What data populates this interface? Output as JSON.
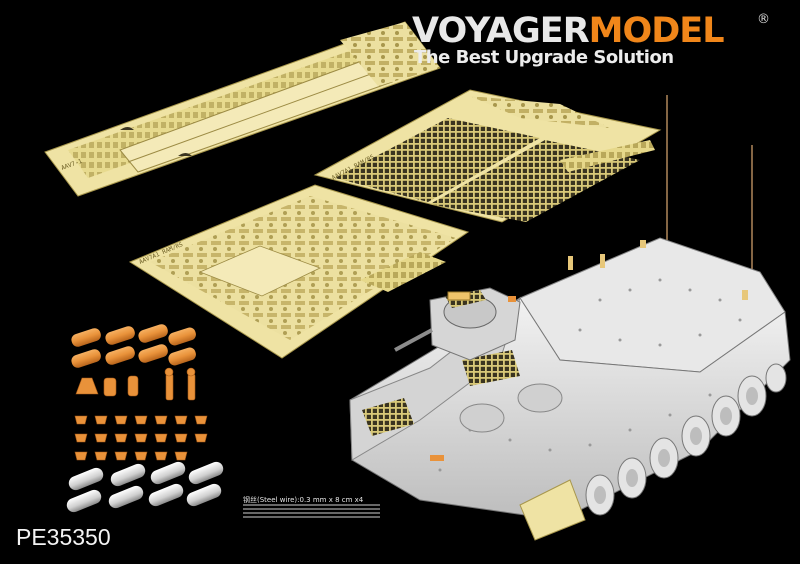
{
  "brand": {
    "name_part1": "VOYAGER",
    "name_part2": "MODEL",
    "registered": "®",
    "tagline": "The Best Upgrade Solution"
  },
  "product": {
    "code": "PE35350",
    "wire_label": "钢丝(Steel wire):0.3 mm x 8 cm x4"
  },
  "fret_labels": {
    "fret_a": "AAV7-1",
    "fret_b": "AAV7A1 RAM/RS",
    "fret_c": "AAV7A1 RAM/RS"
  },
  "colors": {
    "background": "#000000",
    "brand_accent": "#f0861a",
    "brass": "#e8d98a",
    "resin_orange": "#e9923a",
    "model_grey": "#dcdcdc"
  }
}
